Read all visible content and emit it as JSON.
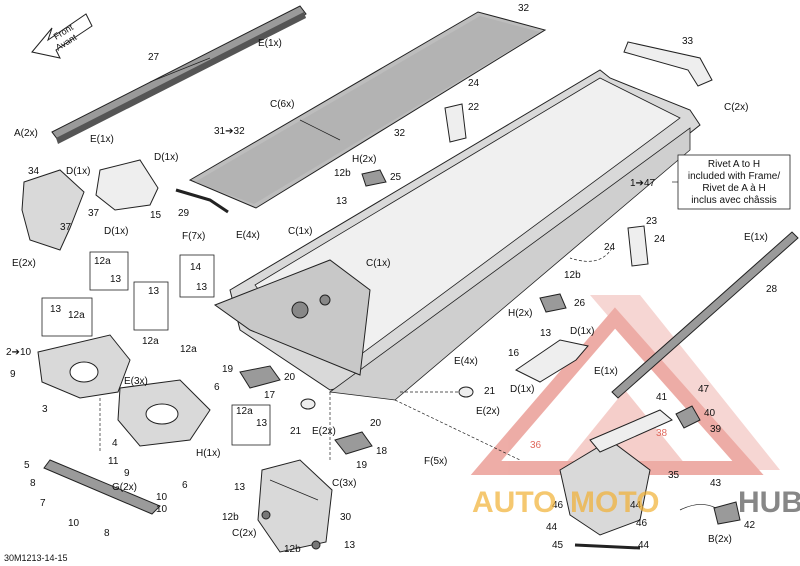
{
  "diagram": {
    "code": "30M1213-14-15",
    "front_arrow": {
      "line1": "Front",
      "line2": "Avant"
    },
    "note_box": {
      "line1": "Rivet A to H",
      "line2": "included with Frame/",
      "line3": "Rivet de A à H",
      "line4": "inclus avec châssis"
    },
    "watermark": {
      "auto": "AUTO",
      "moto": "MOTO",
      "hub": "HUB"
    },
    "callouts": {
      "c27": "27",
      "c_e1x_top": "E(1x)",
      "c_a2x": "A(2x)",
      "c_e1x_rail": "E(1x)",
      "c32_top": "32",
      "c6x": "C(6x)",
      "c31_32": "31➔32",
      "c32_mid": "32",
      "c33": "33",
      "c_c2x_33": "C(2x)",
      "c24_top": "24",
      "c22": "22",
      "c_h2x": "H(2x)",
      "c12b_top": "12b",
      "c25": "25",
      "c13_top": "13",
      "c1_47": "1➔47",
      "c34": "34",
      "c_d1x_a": "D(1x)",
      "c_d1x_b": "D(1x)",
      "c37_a": "37",
      "c37_b": "37",
      "c15": "15",
      "c_d1x_c": "D(1x)",
      "c_e2x_left": "E(2x)",
      "c29": "29",
      "c_f7x": "F(7x)",
      "c_e4x_top": "E(4x)",
      "c_c1x_a": "C(1x)",
      "c_c1x_b": "C(1x)",
      "c12a_a": "12a",
      "c13_a": "13",
      "c14": "14",
      "c13_b": "13",
      "c13_c": "13",
      "c12a_b": "12a",
      "c13_d": "13",
      "c12a_c": "12a",
      "c2_10": "2➔10",
      "c9_a": "9",
      "c3": "3",
      "c12a_d": "12a",
      "c_e3x": "E(3x)",
      "c6_a": "6",
      "c4": "4",
      "c_h1x": "H(1x)",
      "c6_b": "6",
      "c5": "5",
      "c11": "11",
      "c9_b": "9",
      "c8": "8",
      "c_g2x": "G(2x)",
      "c7": "7",
      "c10_a": "10",
      "c10_b": "10",
      "c8_b": "8",
      "c10_c": "10",
      "c19_a": "19",
      "c20_a": "20",
      "c17": "17",
      "c21_a": "21",
      "c_e2x_mid": "E(2x)",
      "c20_b": "20",
      "c12a_e": "12a",
      "c13_e": "13",
      "c18": "18",
      "c19_b": "19",
      "c13_f": "13",
      "c_c3x": "C(3x)",
      "c12b_a": "12b",
      "c30": "30",
      "c_c2x_b": "C(2x)",
      "c12b_b": "12b",
      "c13_g": "13",
      "c_e4x_mid": "E(4x)",
      "c21_b": "21",
      "c_e2x_b": "E(2x)",
      "c_f5x": "F(5x)",
      "c12b_c": "12b",
      "c26": "26",
      "c_h2x_b": "H(2x)",
      "c13_h": "13",
      "c_d1x_d": "D(1x)",
      "c16": "16",
      "c_d1x_e": "D(1x)",
      "c23": "23",
      "c24_b": "24",
      "c24_c": "24",
      "c_e1x_right": "E(1x)",
      "c28": "28",
      "c_e1x_lower": "E(1x)",
      "c47": "47",
      "c41": "41",
      "c40": "40",
      "c38": "38",
      "c39": "39",
      "c36": "36",
      "c35": "35",
      "c43": "43",
      "c46_a": "46",
      "c44_a": "44",
      "c44_b": "44",
      "c46_b": "46",
      "c42": "42",
      "c_b2x": "B(2x)",
      "c45": "45",
      "c44_c": "44"
    }
  },
  "colors": {
    "watermark_red": "#e06a5e",
    "watermark_orange": "#f2b134",
    "ink": "#111111"
  }
}
